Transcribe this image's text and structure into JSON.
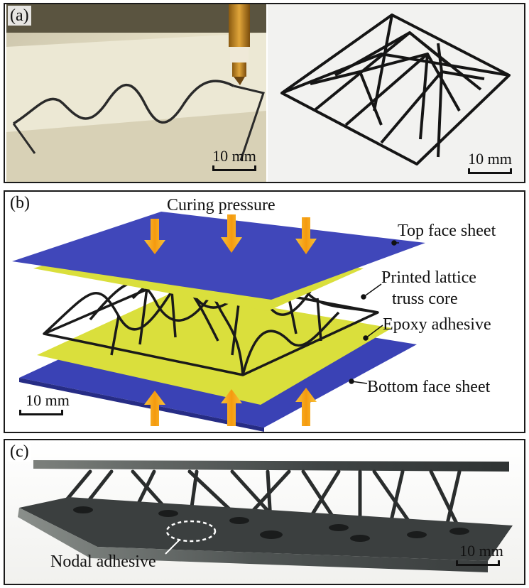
{
  "panels": {
    "a": {
      "label": "(a)",
      "left_scale": "10 mm",
      "right_scale": "10 mm"
    },
    "b": {
      "label": "(b)",
      "curing_pressure": "Curing pressure",
      "top_face_sheet": "Top face sheet",
      "printed_lattice_line1": "Printed lattice",
      "printed_lattice_line2": "truss core",
      "epoxy_adhesive": "Epoxy adhesive",
      "bottom_face_sheet": "Bottom face sheet",
      "scale": "10 mm"
    },
    "c": {
      "label": "(c)",
      "nodal_adhesive": "Nodal adhesive",
      "scale": "10 mm"
    }
  },
  "colors": {
    "face_sheet_blue": "#3f45b8",
    "adhesive_yellow": "#d9dd3a",
    "arrow_orange": "#f5a623",
    "lattice_black": "#1e1e1e",
    "composite_grey": "#4a4f4f"
  }
}
